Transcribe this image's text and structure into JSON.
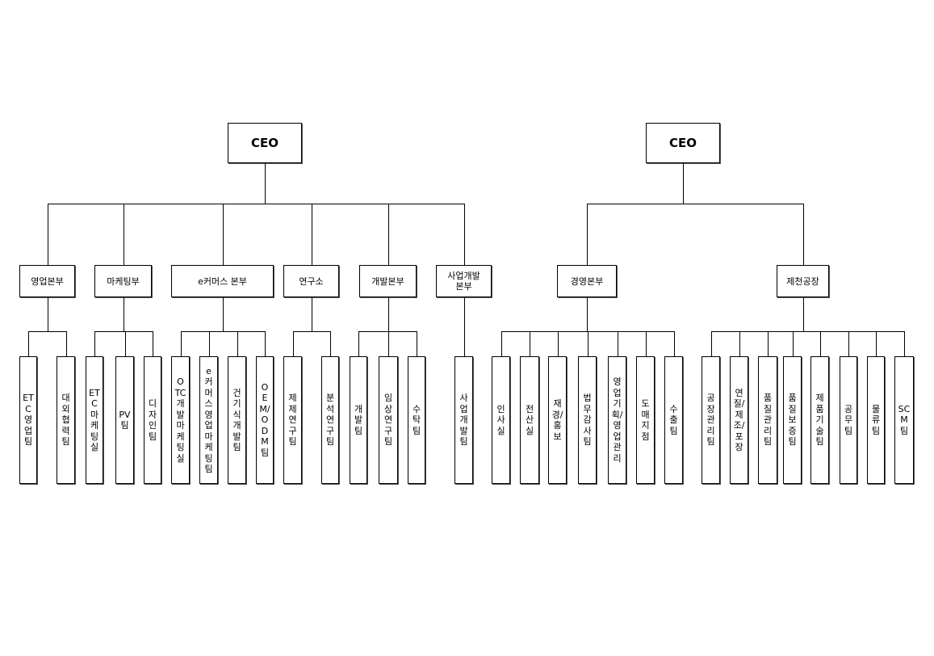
{
  "charts": [
    {
      "ceo": "CEO",
      "departments": [
        {
          "name": "영업본부",
          "teams": [
            "ETC영업팀",
            "대외협력팀"
          ]
        },
        {
          "name": "마케팅부",
          "teams": [
            "ETC마케팅실",
            "PV팀",
            "디자인팀"
          ]
        },
        {
          "name": "e커머스 본부",
          "teams": [
            "OTC개발마케팅실",
            "e커머스영업마케팅팀",
            "건기식개발팀",
            "OEM/ODM팀"
          ]
        },
        {
          "name": "연구소",
          "teams": [
            "제제연구팀",
            "분석연구팀"
          ]
        },
        {
          "name": "개발본부",
          "teams": [
            "개발팀",
            "임상연구팀",
            "수탁팀"
          ]
        },
        {
          "name": "사업개발\n본부",
          "teams": [
            "사업개발팀"
          ]
        }
      ]
    },
    {
      "ceo": "CEO",
      "departments": [
        {
          "name": "경영본부",
          "teams": [
            "인사실",
            "전산실",
            "재경/홍보",
            "법무감사팀",
            "영업기획/영업관리",
            "도매지점",
            "수출팀"
          ]
        },
        {
          "name": "제천공장",
          "teams": [
            "공장관리팀",
            "연질/제조/포장",
            "품질관리팀",
            "품질보증팀",
            "제품기술팀",
            "공무팀",
            "물류팀",
            "SCM팀"
          ]
        }
      ]
    }
  ]
}
